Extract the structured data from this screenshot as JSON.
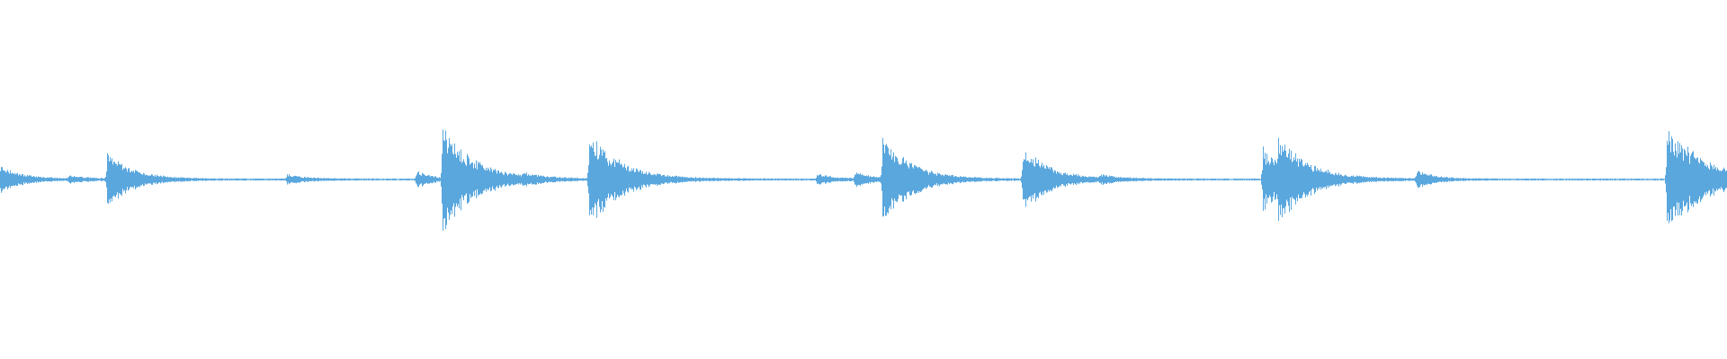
{
  "waveform": {
    "color": "#5aa7de",
    "background": "#ffffff",
    "baseline_level": 0.006,
    "transients": [
      {
        "position": 0.0,
        "amplitude": 0.08,
        "decay": 0.012
      },
      {
        "position": 0.04,
        "amplitude": 0.02,
        "decay": 0.01
      },
      {
        "position": 0.062,
        "amplitude": 0.17,
        "decay": 0.014
      },
      {
        "position": 0.166,
        "amplitude": 0.03,
        "decay": 0.01
      },
      {
        "position": 0.241,
        "amplitude": 0.05,
        "decay": 0.008
      },
      {
        "position": 0.256,
        "amplitude": 0.31,
        "decay": 0.018
      },
      {
        "position": 0.303,
        "amplitude": 0.02,
        "decay": 0.01
      },
      {
        "position": 0.341,
        "amplitude": 0.28,
        "decay": 0.018
      },
      {
        "position": 0.473,
        "amplitude": 0.03,
        "decay": 0.01
      },
      {
        "position": 0.495,
        "amplitude": 0.04,
        "decay": 0.01
      },
      {
        "position": 0.511,
        "amplitude": 0.26,
        "decay": 0.016
      },
      {
        "position": 0.592,
        "amplitude": 0.2,
        "decay": 0.015
      },
      {
        "position": 0.637,
        "amplitude": 0.02,
        "decay": 0.01
      },
      {
        "position": 0.731,
        "amplitude": 0.19,
        "decay": 0.015
      },
      {
        "position": 0.74,
        "amplitude": 0.17,
        "decay": 0.018
      },
      {
        "position": 0.82,
        "amplitude": 0.05,
        "decay": 0.01
      },
      {
        "position": 0.965,
        "amplitude": 0.32,
        "decay": 0.022
      }
    ]
  }
}
